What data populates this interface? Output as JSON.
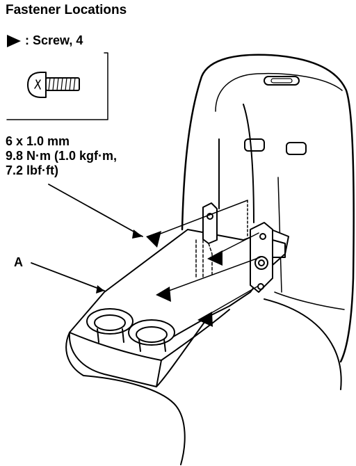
{
  "diagram": {
    "title": "Fastener Locations",
    "legend": {
      "symbol_icon": "filled-triangle-arrow-icon",
      "text": ": Screw, 4"
    },
    "specification": {
      "line1": "6 x 1.0 mm",
      "line2": "9.8 N·m (1.0 kgf·m,",
      "line3": "7.2 lbf·ft)"
    },
    "part_label": "A",
    "fastener_count": 4,
    "icons": [
      "screw-icon",
      "filled-triangle-arrow-icon",
      "armrest-console-icon",
      "seat-back-icon"
    ],
    "colors": {
      "line": "#000000",
      "background": "#ffffff"
    }
  }
}
